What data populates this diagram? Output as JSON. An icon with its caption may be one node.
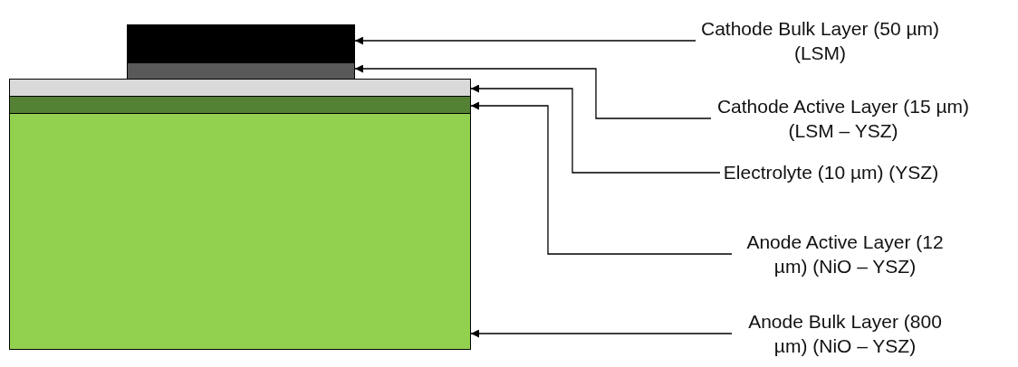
{
  "diagram": {
    "nodes": [
      {
        "text": [],
        "shape": "box"
      },
      {
        "text": [],
        "shape": "box"
      },
      {
        "text": [],
        "shape": "box"
      },
      {
        "text": [],
        "shape": "box"
      },
      {
        "text": [],
        "shape": "box"
      },
      {
        "text": [
          "Cathode Bulk Layer (50 µm) (LSM)"
        ]
      },
      {
        "text": [
          "Cathode Active Layer (15 µm) (LSM – YSZ)"
        ]
      },
      {
        "text": [
          "Electrolyte (10 µm) (YSZ)"
        ]
      },
      {
        "text": [
          "Anode Active Layer (12 µm) (NiO – YSZ)"
        ]
      },
      {
        "text": [
          "Anode Bulk Layer (800 µm) (NiO – YSZ)"
        ]
      }
    ],
    "edges": [
      {
        "from": 5,
        "to": 0,
        "arrow": "to"
      },
      {
        "from": 6,
        "to": 1,
        "arrow": "to"
      },
      {
        "from": 7,
        "to": 2,
        "arrow": "to"
      },
      {
        "from": 8,
        "to": 3,
        "arrow": "to"
      },
      {
        "from": 9,
        "to": 4,
        "arrow": "to"
      }
    ]
  }
}
